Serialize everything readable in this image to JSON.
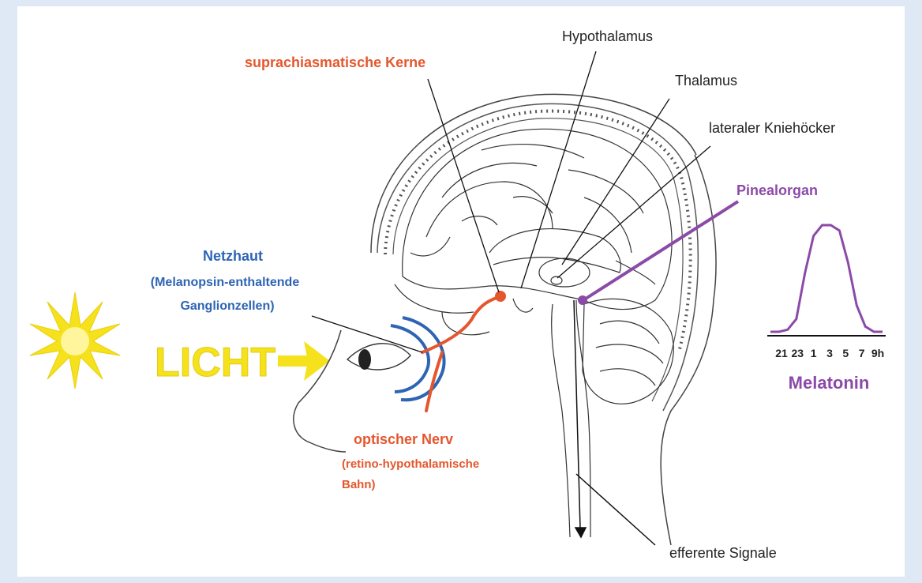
{
  "labels": {
    "hypothalamus": "Hypothalamus",
    "suprachiasmatic": "suprachiasmatische Kerne",
    "thalamus": "Thalamus",
    "lgn": "lateraler Kniehöcker",
    "pineal": "Pinealorgan",
    "retina_title": "Netzhaut",
    "retina_line2": "(Melanopsin-enthaltende",
    "retina_line3": "Ganglionzellen)",
    "light": "LICHT",
    "optic_title": "optischer Nerv",
    "optic_line2": "(retino-hypothalamische",
    "optic_line3": "Bahn)",
    "efferent": "efferente Signale"
  },
  "melatonin": {
    "title": "Melatonin",
    "ticks": [
      "21",
      "23",
      "1",
      "3",
      "5",
      "7",
      "9h"
    ],
    "curve": [
      0,
      0,
      0.02,
      0.12,
      0.55,
      0.9,
      1.0,
      1.0,
      0.95,
      0.65,
      0.25,
      0.05,
      0,
      0
    ]
  },
  "colors": {
    "orange": "#e4572e",
    "blue": "#2d64b4",
    "purple": "#8c4aa8",
    "yellow": "#f5e11c",
    "ink": "#222222"
  }
}
